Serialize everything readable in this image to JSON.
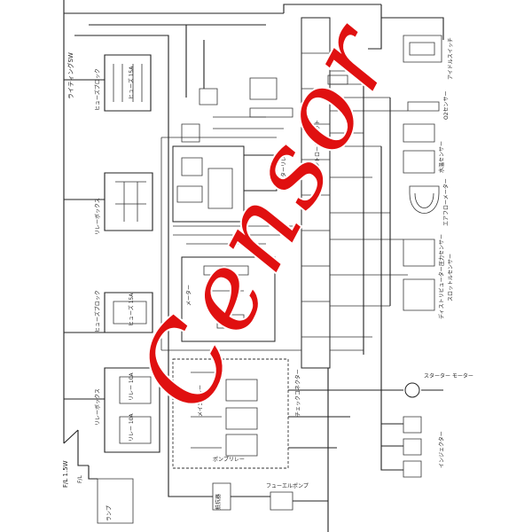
{
  "labels": {
    "fl_left": "F/L 1.5W",
    "fl_small": "F/L",
    "relay_bottom": "ランプ",
    "resistor_bottom": "抵抗器",
    "lighting_switch": "ライティングSW",
    "fuse_block_top": "ヒューズブロック",
    "fuse_top": "ヒューズ 15A",
    "relay_box_mid": "リレーボックス",
    "fuse_block_mid": "ヒューズブロック",
    "fuse_mid": "ヒューズ 15A",
    "relay_box_low": "リレーボックス",
    "fuse_low_a": "リレー 10A",
    "fuse_low_b": "リレー 10A",
    "heater_relay": "ヒーターリレー",
    "meter": "メーター",
    "control_unit": "コントロールユニット",
    "idle_switch": "アイドルスイッチ",
    "o2_sensor": "O2センサー",
    "water_temp_sensor": "水温センサー",
    "air_flow_meter": "エアフローメーター",
    "throttle_sensor": "スロットルセンサー",
    "pressure_sensor": "圧力センサー",
    "distributor": "ディストリビューター",
    "starter_motor": "スターター モーター",
    "injector": "インジェクター",
    "check_connector": "チェックコネクター",
    "main_relay": "メインリレー",
    "pump_relay": "ポンプリレー",
    "fuel_pump": "フューエルポンプ",
    "watermark": "Censor"
  },
  "colors": {
    "wire": "#222222",
    "watermark": "#e01010",
    "background": "#ffffff"
  }
}
